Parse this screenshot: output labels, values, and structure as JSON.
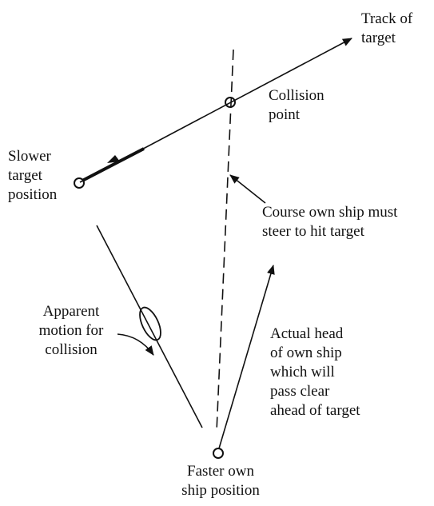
{
  "labels": {
    "track_of_target": [
      "Track of",
      "target"
    ],
    "collision_point": [
      "Collision",
      "point"
    ],
    "slower_target_position": [
      "Slower",
      "target",
      "position"
    ],
    "course_own_ship": [
      "Course own ship must",
      "steer to hit target"
    ],
    "apparent_motion": [
      "Apparent",
      "motion for",
      "collision"
    ],
    "actual_head": [
      "Actual head",
      "of own ship",
      "which will",
      "pass clear",
      "ahead of target"
    ],
    "faster_own_ship": [
      "Faster own",
      "ship position"
    ]
  },
  "colors": {
    "ink": "#111111",
    "background": "#ffffff"
  }
}
